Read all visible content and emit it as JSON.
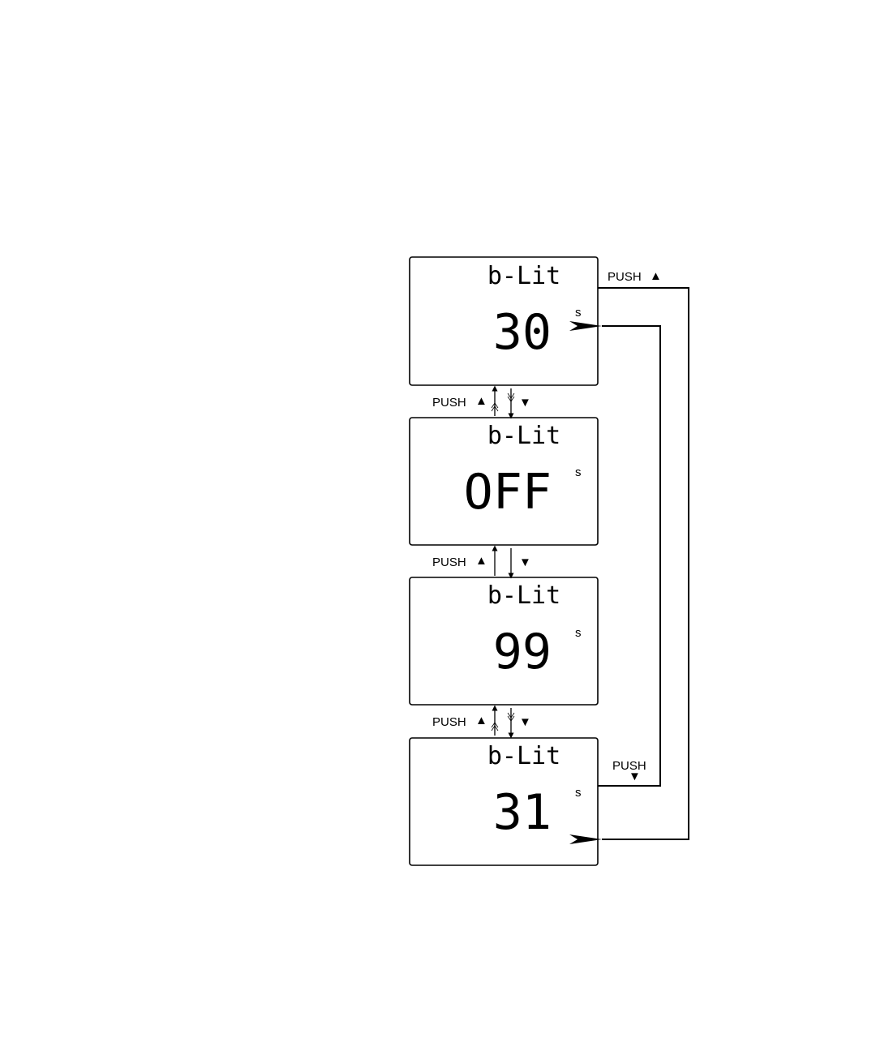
{
  "screens": [
    {
      "top": "b-Lit",
      "value": "30",
      "unit": "s"
    },
    {
      "top": "b-Lit",
      "value": "OFF",
      "unit": "s"
    },
    {
      "top": "b-Lit",
      "value": "99",
      "unit": "s"
    },
    {
      "top": "b-Lit",
      "value": "31",
      "unit": "s"
    }
  ],
  "labels": {
    "push": "PUSH",
    "up_glyph": "▲",
    "down_glyph": "▼"
  },
  "icons": {
    "up": "triangle-up-icon",
    "down": "triangle-down-icon"
  },
  "colors": {
    "ink": "#000000",
    "background": "#ffffff"
  }
}
